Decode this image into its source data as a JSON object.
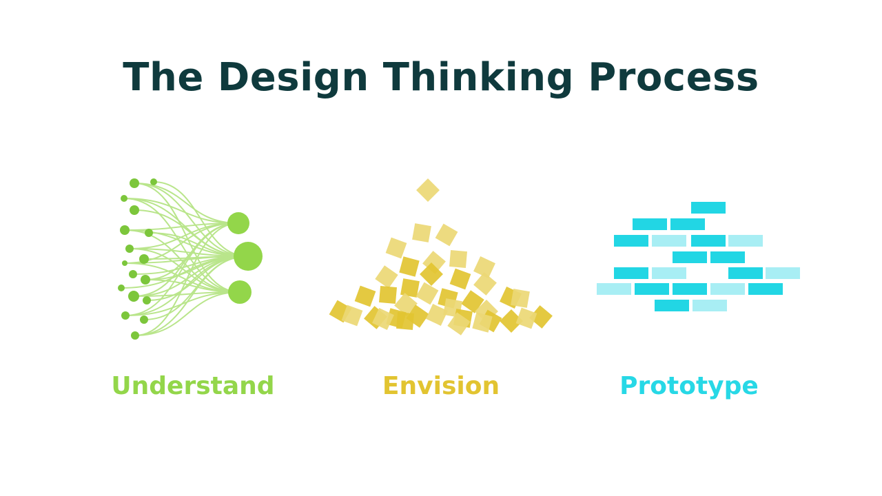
{
  "title": "The Design Thinking Process",
  "stages": [
    {
      "label": "Understand",
      "color": "#93d64a",
      "icon": "network-nodes-icon"
    },
    {
      "label": "Envision",
      "color": "#e2c431",
      "icon": "scattered-squares-icon"
    },
    {
      "label": "Prototype",
      "color": "#27d8e6",
      "icon": "brick-wall-icon"
    }
  ],
  "colors": {
    "title": "#0f3a3d",
    "understand_dot": "#7cc63b",
    "understand_line": "#b9e58b",
    "envision_dark": "#e2c431",
    "envision_light": "#ecd875",
    "prototype_dark": "#22d6e4",
    "prototype_light": "#a8eef4"
  }
}
